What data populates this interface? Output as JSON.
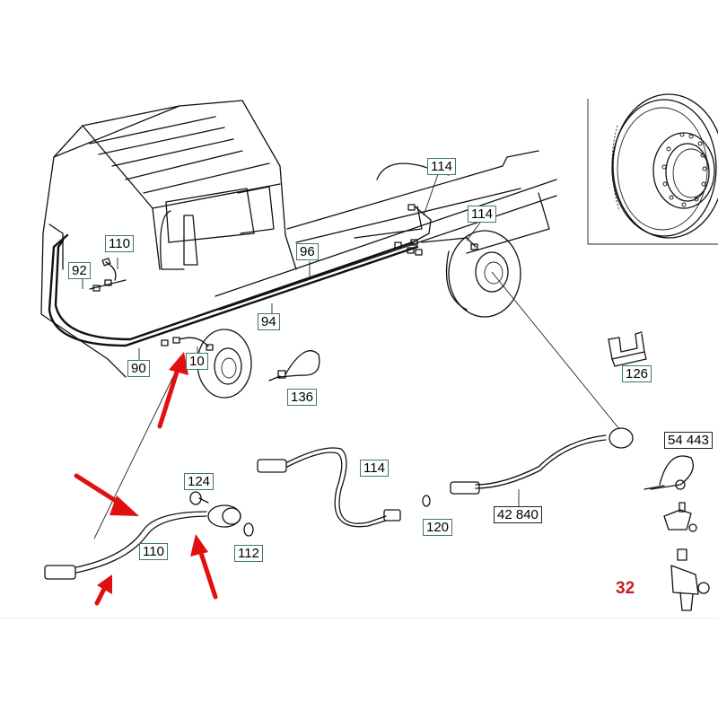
{
  "diagram": {
    "title": "Brake wear sensor / ABS cable parts diagram",
    "page_number": "32",
    "accent_colors": {
      "label_border": "#3f7a5e",
      "page_number": "#c8202a",
      "arrow": "#e01010"
    },
    "callouts": [
      {
        "id": "110a",
        "text": "110"
      },
      {
        "id": "92",
        "text": "92"
      },
      {
        "id": "96",
        "text": "96"
      },
      {
        "id": "94",
        "text": "94"
      },
      {
        "id": "90",
        "text": "90"
      },
      {
        "id": "110b",
        "text": "10"
      },
      {
        "id": "114a",
        "text": "114"
      },
      {
        "id": "114b",
        "text": "114"
      },
      {
        "id": "136",
        "text": "136"
      },
      {
        "id": "126",
        "text": "126"
      },
      {
        "id": "124",
        "text": "124"
      },
      {
        "id": "110c",
        "text": "110"
      },
      {
        "id": "112",
        "text": "112"
      },
      {
        "id": "114c",
        "text": "114"
      },
      {
        "id": "120",
        "text": "120"
      },
      {
        "id": "42840",
        "text": "42 840"
      },
      {
        "id": "54443",
        "text": "54 443"
      }
    ],
    "components": [
      "truck-cab",
      "chassis-frame",
      "front-wheel",
      "rear-wheel",
      "brake-disc-inset",
      "wear-sensor-cable-110",
      "cable-114",
      "cable-42840",
      "cable-tie-136",
      "bracket-126",
      "bolt-124",
      "seal-ring-112",
      "seal-ring-120",
      "clip-54443",
      "holder",
      "sensor-housing"
    ],
    "annotations": {
      "red_arrows": 4
    }
  }
}
